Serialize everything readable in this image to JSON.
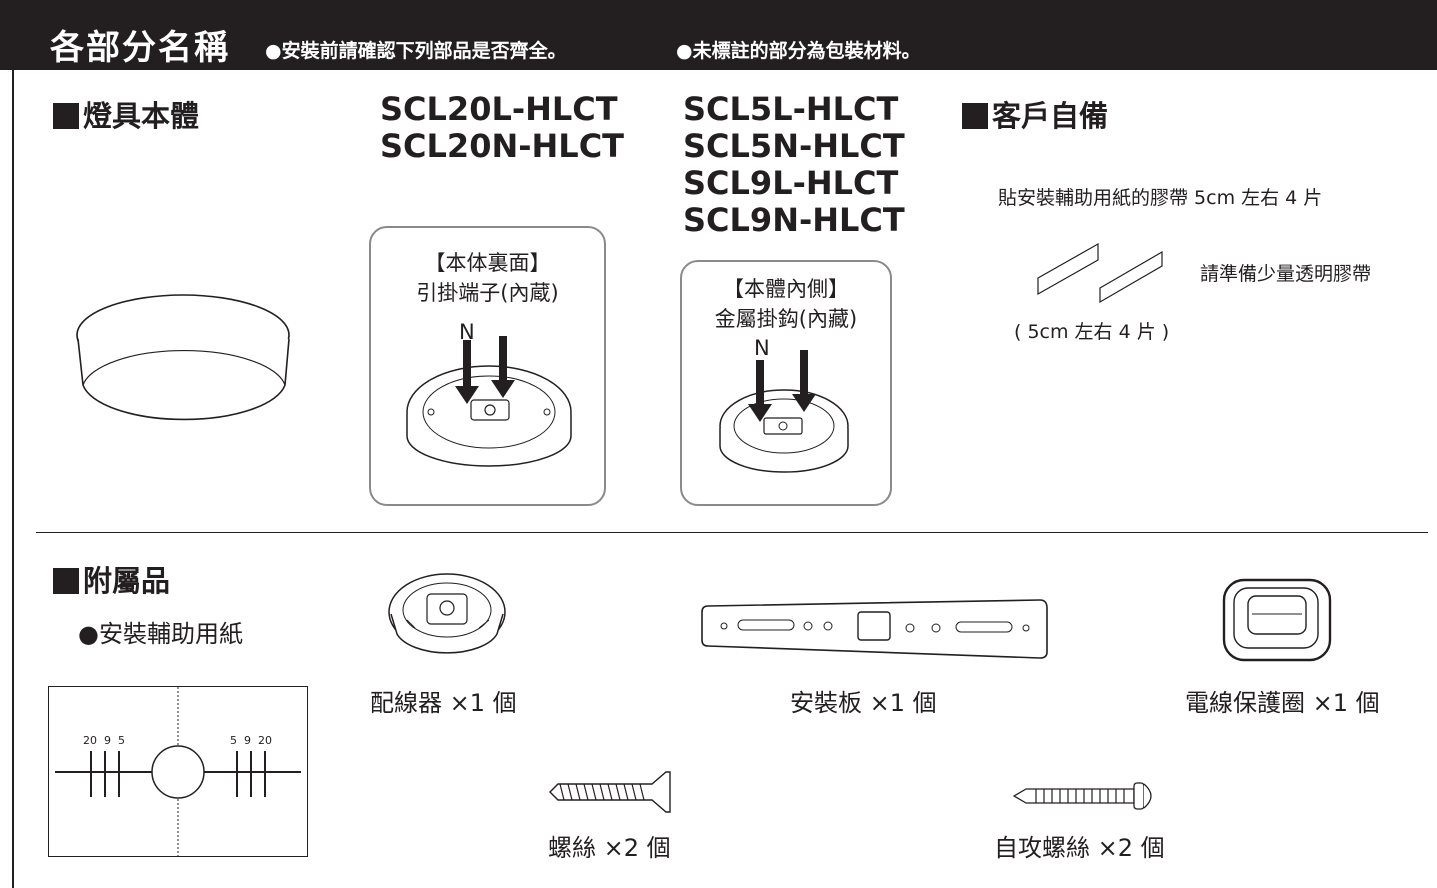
{
  "header": {
    "title": "各部分名稱",
    "note1": "●安裝前請確認下列部品是否齊全。",
    "note2": "●未標註的部分為包裝材料。"
  },
  "body_section": {
    "heading": "燈具本體"
  },
  "model_group_a": {
    "models": [
      "SCL20L-HLCT",
      "SCL20N-HLCT"
    ],
    "box_label_1": "【本体裏面】",
    "box_label_2": "引掛端子(內蔵)",
    "marker": "N"
  },
  "model_group_b": {
    "models": [
      "SCL5L-HLCT",
      "SCL5N-HLCT",
      "SCL9L-HLCT",
      "SCL9N-HLCT"
    ],
    "box_label_1": "【本體內側】",
    "box_label_2": "金屬掛鈎(內藏)",
    "marker": "N"
  },
  "customer_section": {
    "heading": "客戶自備",
    "tape_desc": "貼安裝輔助用紙的膠帶 5cm 左右 4 片",
    "tape_note": "請準備少量透明膠帶",
    "tape_size": "( 5cm 左右  4 片 )"
  },
  "accessories": {
    "heading": "附屬品",
    "paper_label": "●安裝輔助用紙",
    "template_ticks": {
      "left": "20  9  5",
      "right": "5  9  20"
    },
    "items": {
      "connector": "配線器 ×1 個",
      "plate": "安裝板 ×1 個",
      "grommet": "電線保護圈 ×1 個",
      "screw": "螺絲 ×2 個",
      "self_tap_screw": "自攻螺絲 ×2 個"
    }
  }
}
